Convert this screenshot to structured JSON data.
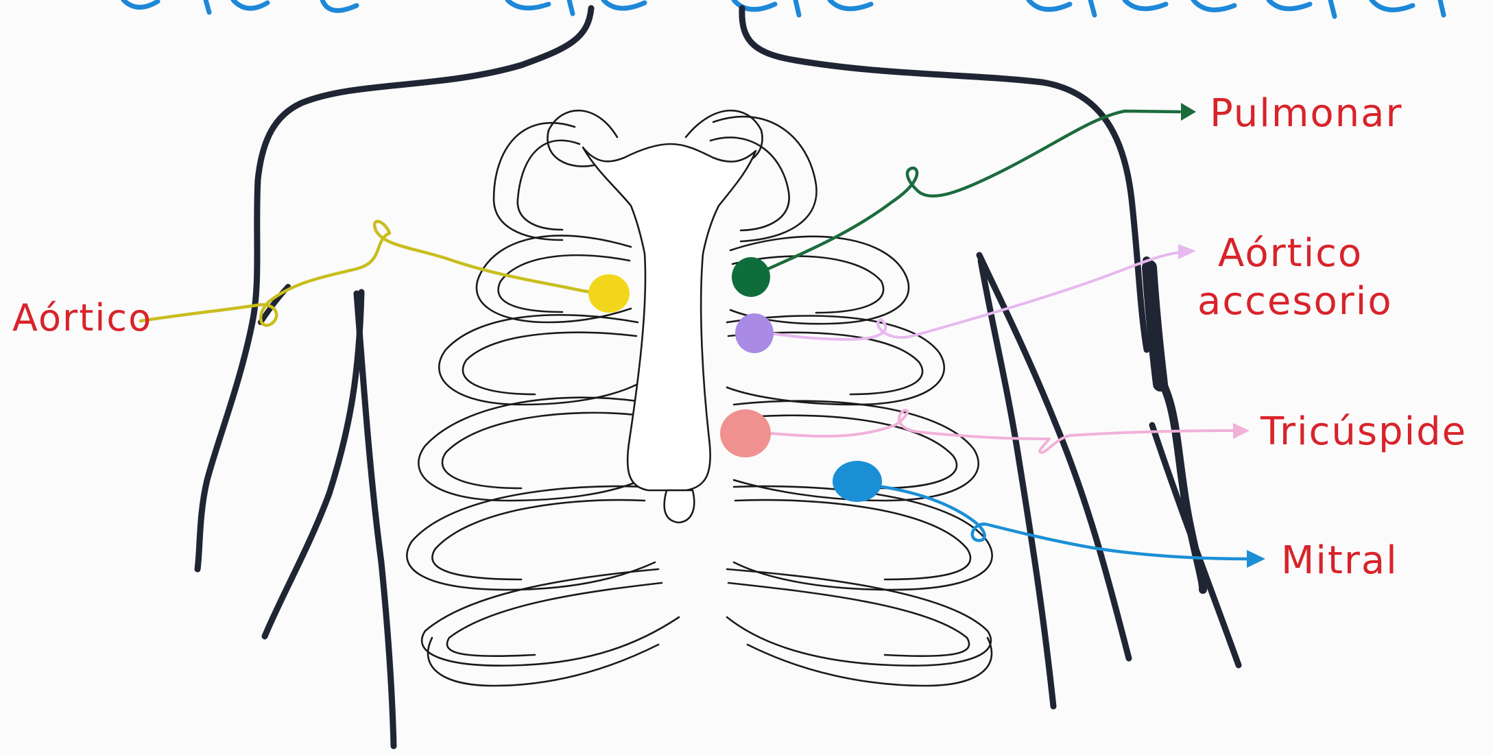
{
  "labels": {
    "aortico": "Aórtico",
    "pulmonar": "Pulmonar",
    "aortico_accesorio_1": "Aórtico",
    "aortico_accesorio_2": "accesorio",
    "tricuspide": "Tricúspide",
    "mitral": "Mitral"
  },
  "colors": {
    "label_red": "#d8232a",
    "body_outline": "#1f2533",
    "title_blue": "#1e88d8",
    "aortico_dot": "#f2d61c",
    "aortico_line": "#c9bd1e",
    "pulmonar_dot": "#0f6d3c",
    "pulmonar_line": "#1c6b3d",
    "accesorio_dot": "#a98be6",
    "accesorio_line": "#e7b8ef",
    "tricuspide_dot": "#f0918f",
    "tricuspide_line": "#f1b1d9",
    "mitral_dot": "#1b8fd6",
    "mitral_line": "#1b8fd6"
  }
}
